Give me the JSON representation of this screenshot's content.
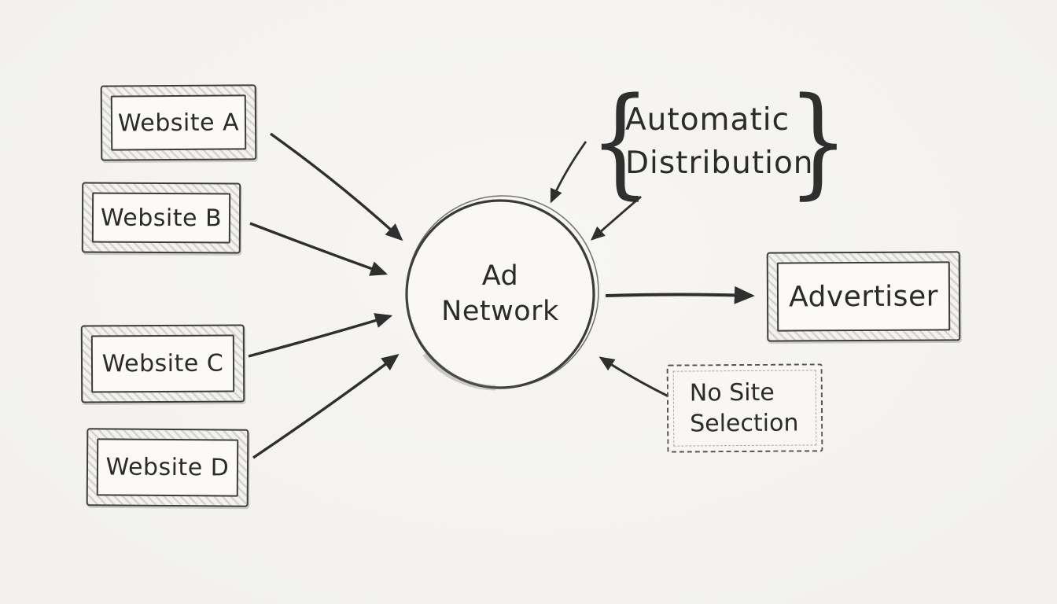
{
  "colors": {
    "ink": "#2f2f2f",
    "paper": "#f2f1ed",
    "box_fill": "#fbfaf7"
  },
  "websites": [
    {
      "label": "Website A"
    },
    {
      "label": "Website B"
    },
    {
      "label": "Website C"
    },
    {
      "label": "Website D"
    }
  ],
  "hub": {
    "line1": "Ad",
    "line2": "Network"
  },
  "annotation": {
    "line1": "Automatic",
    "line2": "Distribution",
    "brace_left": "{",
    "brace_right": "}"
  },
  "advertiser": {
    "label": "Advertiser"
  },
  "note": {
    "line1": "No Site",
    "line2": "Selection"
  }
}
